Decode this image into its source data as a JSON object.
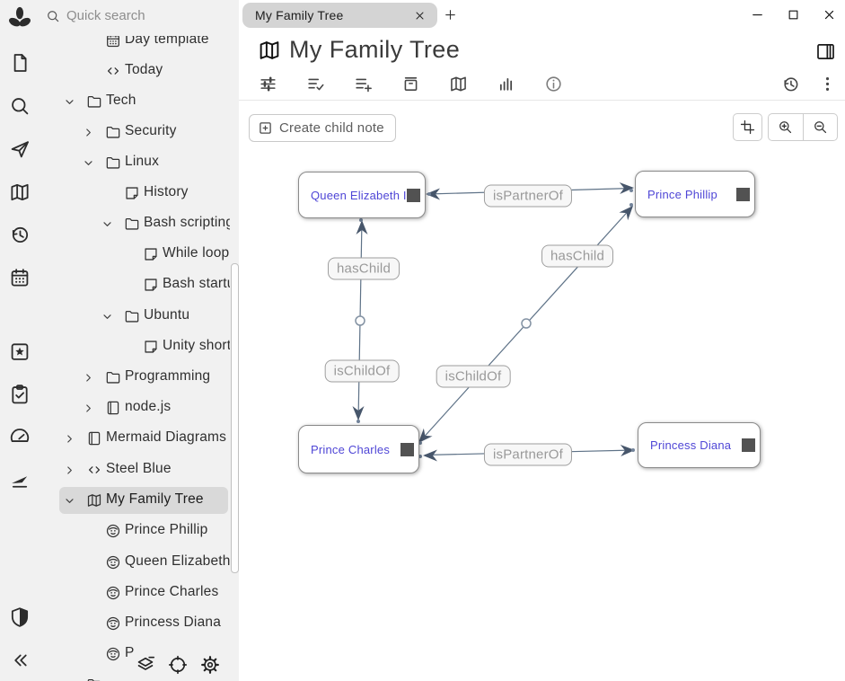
{
  "window": {
    "controls": [
      "minimize-icon",
      "maximize-icon",
      "close-icon"
    ]
  },
  "tab_bar": {
    "tabs": [
      {
        "label": "My Family Tree",
        "close_icon": "x"
      }
    ],
    "new_tab_label": "+"
  },
  "launcher": {
    "icons": [
      "trilium-logo",
      "new-note",
      "search",
      "jump-to-note",
      "note-map",
      "recent-changes",
      "calendar",
      "bookmarked-calendar",
      "task-list",
      "dashboard",
      "travel",
      "shield",
      "collapse-sidebar"
    ]
  },
  "sidebar": {
    "search_placeholder": "Quick search",
    "tree": [
      {
        "label": "Day template",
        "icon": "calendar",
        "level": 2,
        "chevron": null,
        "selected": false
      },
      {
        "label": "Today",
        "icon": "code",
        "level": 2,
        "chevron": null,
        "selected": false
      },
      {
        "label": "Tech",
        "icon": "folder",
        "level": 1,
        "chevron": "down",
        "selected": false
      },
      {
        "label": "Security",
        "icon": "folder",
        "level": 2,
        "chevron": "right",
        "selected": false
      },
      {
        "label": "Linux",
        "icon": "folder",
        "level": 2,
        "chevron": "down",
        "selected": false
      },
      {
        "label": "History",
        "icon": "note",
        "level": 3,
        "chevron": null,
        "selected": false
      },
      {
        "label": "Bash scripting",
        "icon": "folder",
        "level": 3,
        "chevron": "down",
        "selected": false
      },
      {
        "label": "While loop",
        "icon": "note",
        "level": 4,
        "chevron": null,
        "selected": false
      },
      {
        "label": "Bash startu",
        "icon": "note",
        "level": 4,
        "chevron": null,
        "selected": false
      },
      {
        "label": "Ubuntu",
        "icon": "folder",
        "level": 3,
        "chevron": "down",
        "selected": false
      },
      {
        "label": "Unity shortc",
        "icon": "note",
        "level": 4,
        "chevron": null,
        "selected": false
      },
      {
        "label": "Programming",
        "icon": "folder",
        "level": 2,
        "chevron": "right",
        "selected": false
      },
      {
        "label": "node.js",
        "icon": "book",
        "level": 2,
        "chevron": "right",
        "selected": false
      },
      {
        "label": "Mermaid Diagrams",
        "icon": "book",
        "level": 1,
        "chevron": "right",
        "selected": false
      },
      {
        "label": "Steel Blue",
        "icon": "code",
        "level": 1,
        "chevron": "right",
        "selected": false
      },
      {
        "label": "My Family Tree",
        "icon": "map",
        "level": 1,
        "chevron": "down",
        "selected": true
      },
      {
        "label": "Prince Phillip",
        "icon": "person",
        "level": 2,
        "chevron": null,
        "selected": false
      },
      {
        "label": "Queen Elizabeth",
        "icon": "person",
        "level": 2,
        "chevron": null,
        "selected": false
      },
      {
        "label": "Prince Charles",
        "icon": "person",
        "level": 2,
        "chevron": null,
        "selected": false
      },
      {
        "label": "Princess Diana",
        "icon": "person",
        "level": 2,
        "chevron": null,
        "selected": false
      },
      {
        "label": "P",
        "icon": "person",
        "level": 2,
        "chevron": null,
        "selected": false
      },
      {
        "label": "",
        "icon": "folder",
        "level": 1,
        "chevron": null,
        "selected": false
      }
    ],
    "action_icons": [
      "layers-minus",
      "target",
      "gear"
    ]
  },
  "header": {
    "icon": "map",
    "title": "My Family Tree"
  },
  "ribbon": {
    "left_icons": [
      "tune",
      "list-check",
      "list-plus",
      "archive",
      "map",
      "bar-chart",
      "info"
    ],
    "right_icons": [
      "history",
      "kebab-menu"
    ]
  },
  "content_toolbar": {
    "create_child_note_label": "Create child note",
    "right_buttons": [
      "crop",
      "zoom-in",
      "zoom-out"
    ]
  },
  "relation_map": {
    "nodes": [
      {
        "label": "Queen Elizabeth II"
      },
      {
        "label": "Prince Phillip"
      },
      {
        "label": "Prince Charles"
      },
      {
        "label": "Princess Diana"
      }
    ],
    "edge_labels": [
      "isPartnerOf",
      "hasChild",
      "isChildOf",
      "hasChild",
      "isChildOf",
      "isPartnerOf"
    ],
    "relations": [
      {
        "source": "Queen Elizabeth II",
        "target": "Prince Phillip",
        "types": [
          "isPartnerOf"
        ]
      },
      {
        "source": "Queen Elizabeth II",
        "target": "Prince Charles",
        "types": [
          "hasChild",
          "isChildOf"
        ]
      },
      {
        "source": "Prince Phillip",
        "target": "Prince Charles",
        "types": [
          "hasChild",
          "isChildOf"
        ]
      },
      {
        "source": "Prince Charles",
        "target": "Princess Diana",
        "types": [
          "isPartnerOf"
        ]
      }
    ]
  },
  "colors": {
    "node_text": "#4f46d6",
    "edge_line": "#5e7287",
    "arrow_fill": "#47566b",
    "edge_label_text": "#999999",
    "panel_bg": "#f1f1f1",
    "selected_row_bg": "#d9d9d9",
    "tab_bg": "#d4d4d4"
  }
}
